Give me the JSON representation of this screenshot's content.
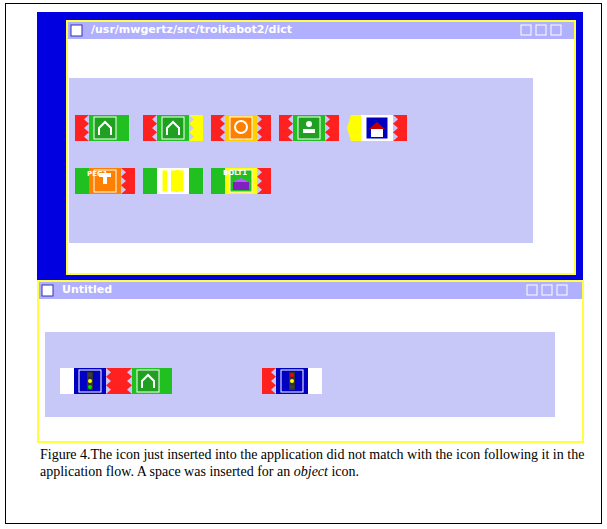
{
  "diagram": {
    "caption": "Figure 4.The icon just inserted into the application did not match with the icon following it in the application flow. A space was inserted for an object icon.",
    "nodes": [
      {
        "text": [
          "/usr/mwgertz/src/troikabot2/dict"
        ]
      },
      {
        "text": [
          "PEG1"
        ],
        "in": 0
      },
      {
        "text": [
          "BOLT1"
        ],
        "in": 0
      },
      {
        "text": [
          "Untitled"
        ]
      }
    ]
  }
}
